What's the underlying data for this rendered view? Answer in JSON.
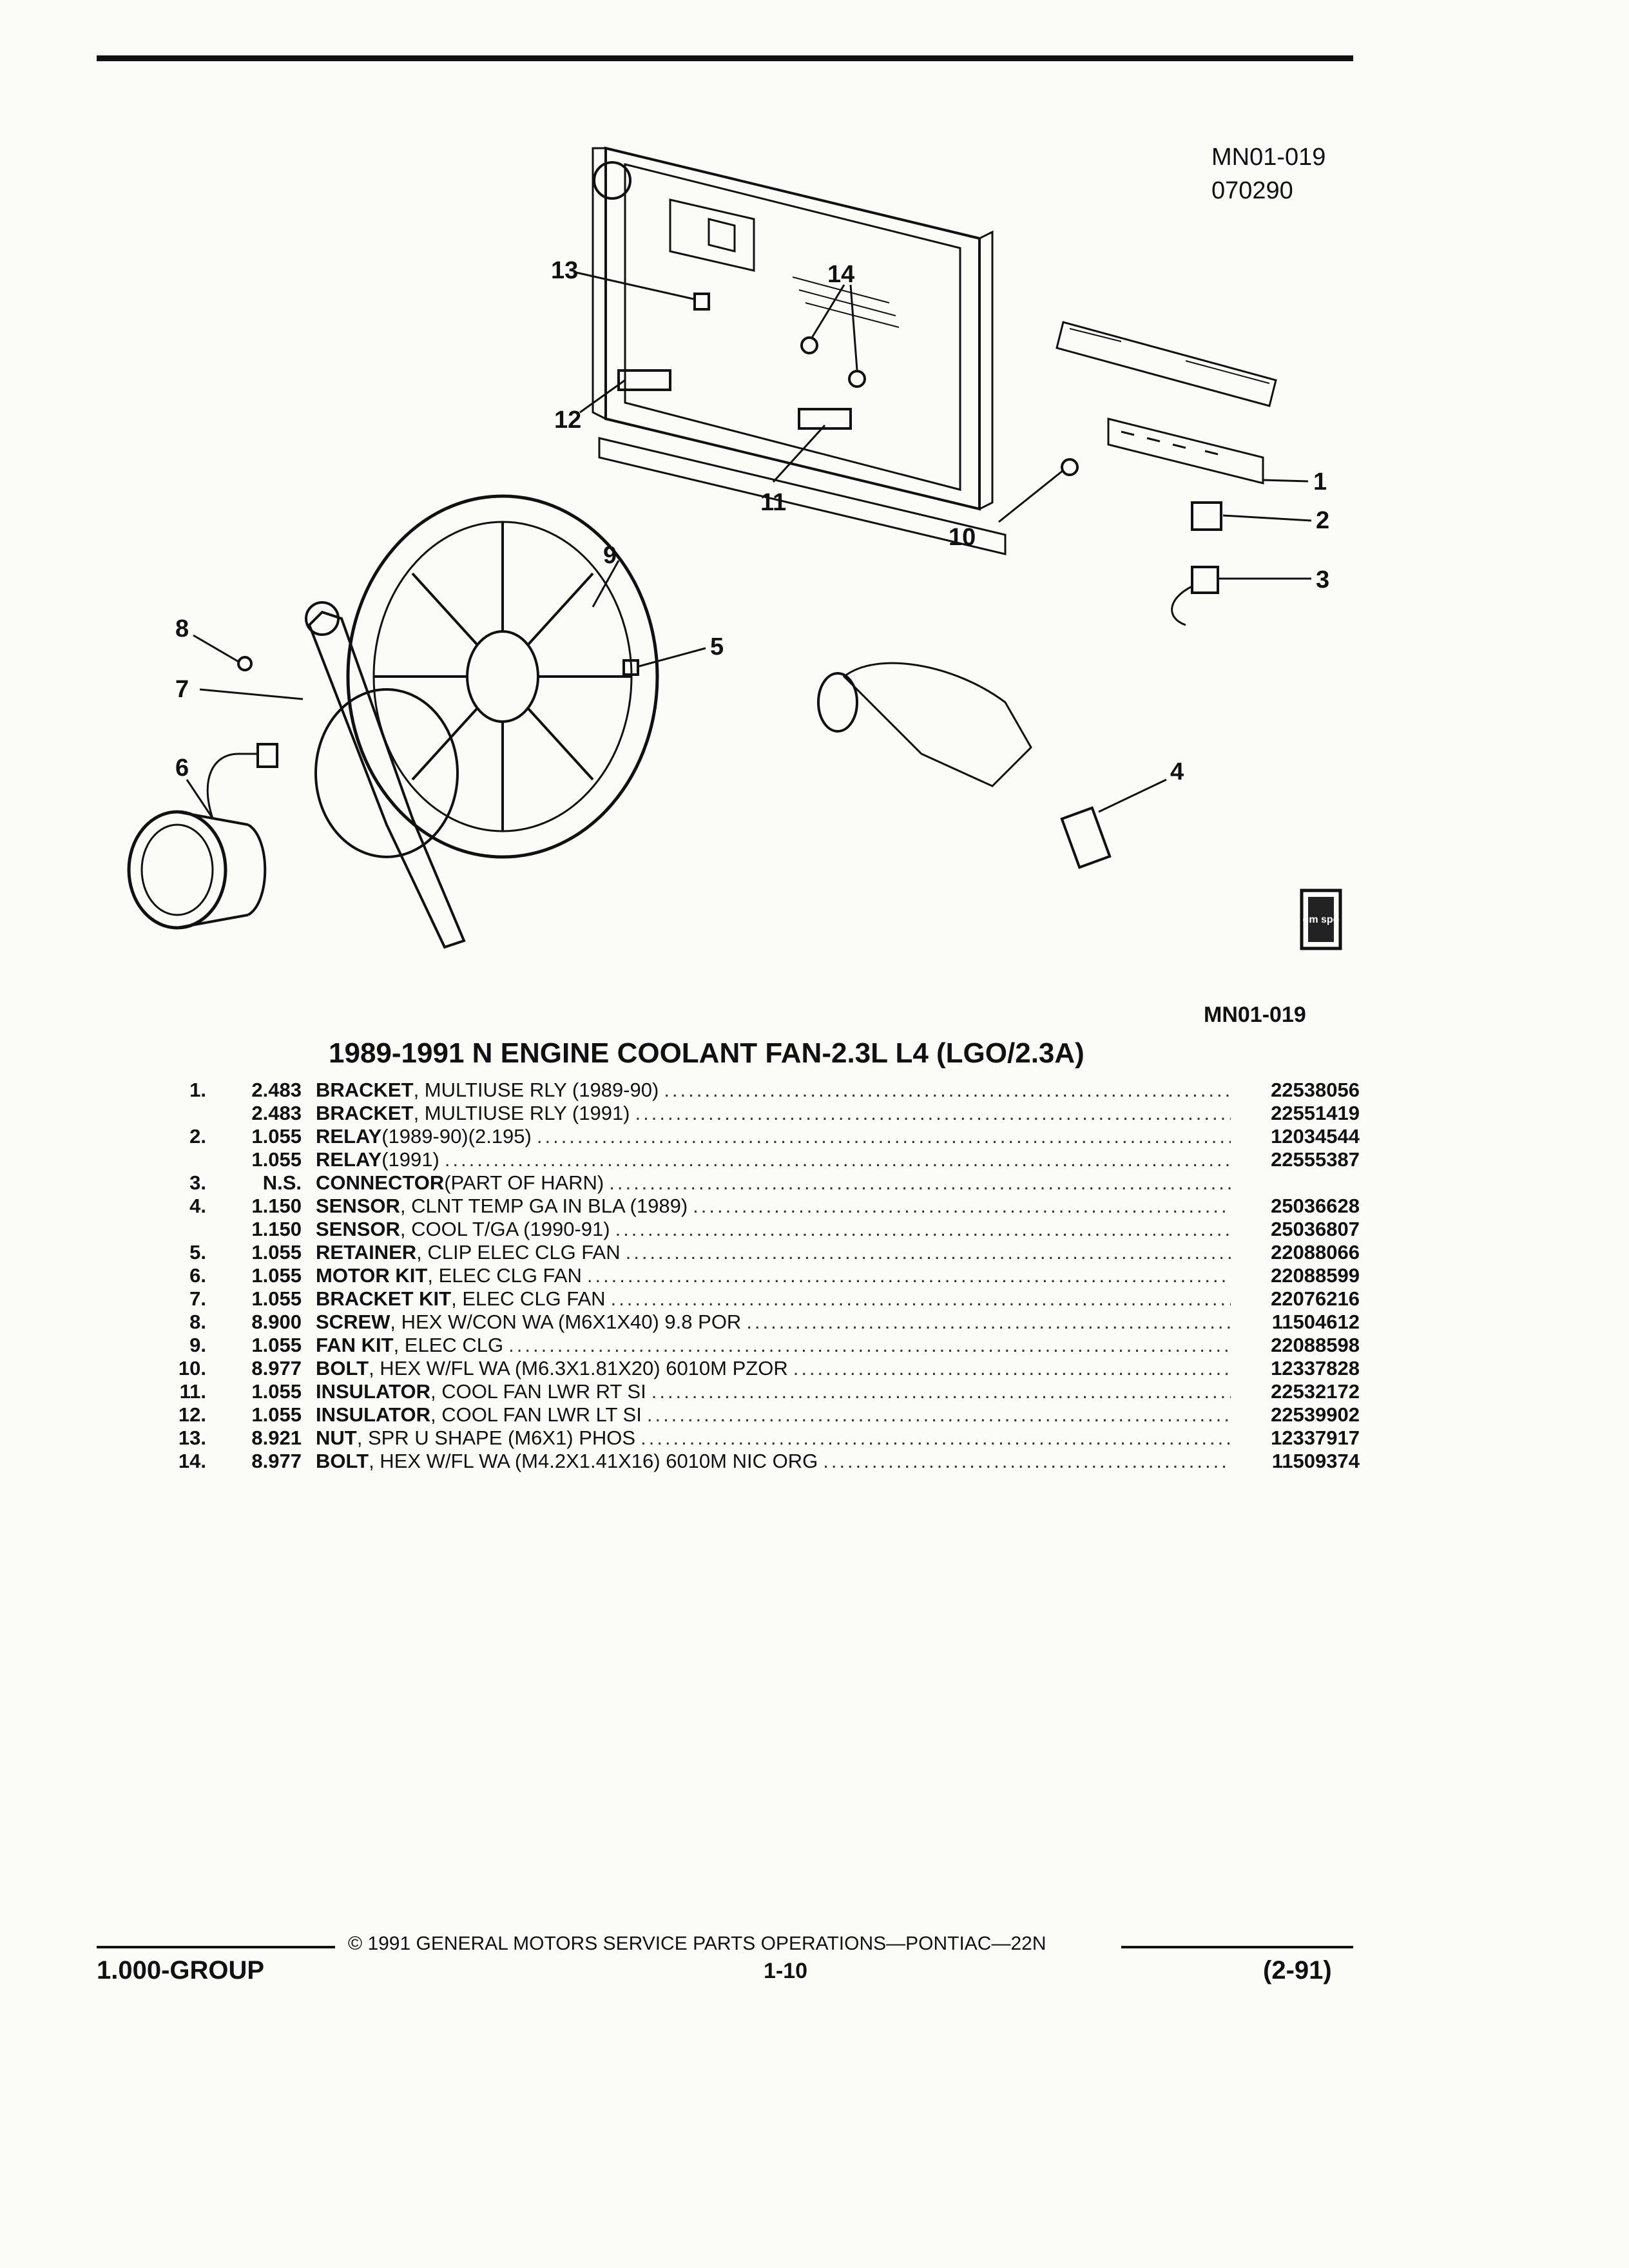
{
  "header": {
    "code": "MN01-019",
    "date_code": "070290"
  },
  "diagram": {
    "callouts": [
      "1",
      "2",
      "3",
      "4",
      "5",
      "6",
      "7",
      "8",
      "9",
      "10",
      "11",
      "12",
      "13",
      "14"
    ],
    "logo_text": "gm spo",
    "code_bottom": "MN01-019"
  },
  "section": {
    "title": "1989-1991 N ENGINE COOLANT FAN-2.3L L4 (LGO/2.3A)"
  },
  "parts": [
    {
      "idx": "1.",
      "group": "2.483",
      "name": "BRACKET",
      "desc": " , MULTIUSE RLY (1989-90)",
      "pn": "22538056"
    },
    {
      "idx": "",
      "group": "2.483",
      "name": "BRACKET",
      "desc": " , MULTIUSE RLY (1991)",
      "pn": "22551419"
    },
    {
      "idx": "2.",
      "group": "1.055",
      "name": "RELAY",
      "desc": " (1989-90)(2.195)",
      "pn": "12034544"
    },
    {
      "idx": "",
      "group": "1.055",
      "name": "RELAY",
      "desc": " (1991)",
      "pn": "22555387"
    },
    {
      "idx": "3.",
      "group": "N.S.",
      "name": "CONNECTOR",
      "desc": " (PART OF HARN)",
      "pn": ""
    },
    {
      "idx": "4.",
      "group": "1.150",
      "name": "SENSOR",
      "desc": " , CLNT TEMP GA IN BLA (1989)",
      "pn": "25036628"
    },
    {
      "idx": "",
      "group": "1.150",
      "name": "SENSOR",
      "desc": " , COOL T/GA (1990-91)",
      "pn": "25036807"
    },
    {
      "idx": "5.",
      "group": "1.055",
      "name": "RETAINER",
      "desc": " , CLIP ELEC CLG FAN",
      "pn": "22088066"
    },
    {
      "idx": "6.",
      "group": "1.055",
      "name": "MOTOR KIT",
      "desc": " , ELEC CLG FAN",
      "pn": "22088599"
    },
    {
      "idx": "7.",
      "group": "1.055",
      "name": "BRACKET KIT",
      "desc": " , ELEC CLG FAN",
      "pn": "22076216"
    },
    {
      "idx": "8.",
      "group": "8.900",
      "name": "SCREW",
      "desc": " , HEX W/CON WA (M6X1X40) 9.8 POR",
      "pn": "11504612"
    },
    {
      "idx": "9.",
      "group": "1.055",
      "name": "FAN KIT",
      "desc": " , ELEC CLG",
      "pn": "22088598"
    },
    {
      "idx": "10.",
      "group": "8.977",
      "name": "BOLT",
      "desc": " , HEX W/FL WA (M6.3X1.81X20) 6010M PZOR",
      "pn": "12337828"
    },
    {
      "idx": "11.",
      "group": "1.055",
      "name": "INSULATOR",
      "desc": " , COOL FAN LWR RT SI",
      "pn": "22532172"
    },
    {
      "idx": "12.",
      "group": "1.055",
      "name": "INSULATOR",
      "desc": " , COOL FAN LWR LT SI",
      "pn": "22539902"
    },
    {
      "idx": "13.",
      "group": "8.921",
      "name": "NUT",
      "desc": " , SPR U SHAPE (M6X1) PHOS",
      "pn": "12337917"
    },
    {
      "idx": "14.",
      "group": "8.977",
      "name": "BOLT",
      "desc": " , HEX W/FL WA (M4.2X1.41X16) 6010M NIC ORG",
      "pn": "11509374"
    }
  ],
  "footer": {
    "copyright": "© 1991  GENERAL MOTORS SERVICE PARTS OPERATIONS—PONTIAC—22N",
    "group": "1.000-GROUP",
    "page": "1-10",
    "date": "(2-91)"
  }
}
